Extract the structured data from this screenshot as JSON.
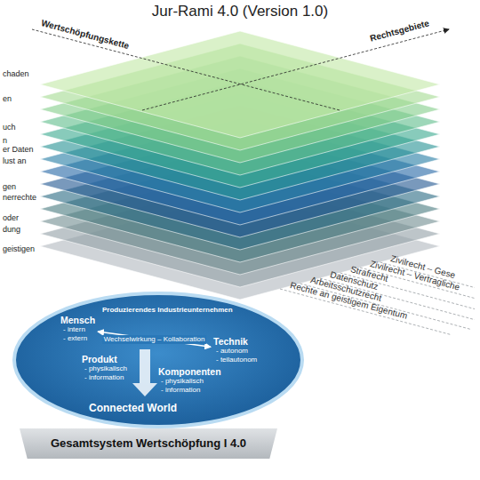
{
  "diagram": {
    "title": "Jur-Rami 4.0 (Version 1.0)",
    "nodes": [
      {
        "text": [
          "Produzierendes Industrieunternehmen"
        ]
      },
      {
        "text": [
          "Mensch",
          "- intern",
          "- extern"
        ],
        "in": 0
      },
      {
        "text": [
          "Technik",
          "- autonom",
          "- teilautonom"
        ],
        "in": 0
      },
      {
        "text": [
          "Produkt",
          "- physikalisch",
          "- information"
        ],
        "in": 0
      },
      {
        "text": [
          "Komponenten",
          "- physikalisch",
          "- information"
        ],
        "in": 0
      },
      {
        "text": [
          "Connected World"
        ],
        "in": 0
      },
      {
        "text": [
          "Gesamtsystem Wertschöpfung I 4.0"
        ]
      }
    ],
    "edges": [
      {
        "from": 1,
        "to": 2,
        "arrow": "both",
        "label": "Wechselwirkung – Kollaboration"
      }
    ],
    "labels": [
      "Wertschöpfungskette",
      "Rechtsgebiete",
      "chaden",
      "en",
      "uch",
      "n",
      "er Daten",
      "lust an",
      "gen",
      "nerrechte",
      "oder",
      "dung",
      "geistigen",
      "Zivilrecht – Gese",
      "Zivilrecht – Vertragliche",
      "Strafrecht",
      "Datenschutz",
      "Arbeitsschutzrecht",
      "Rechte an geistigem Eigentum"
    ]
  }
}
